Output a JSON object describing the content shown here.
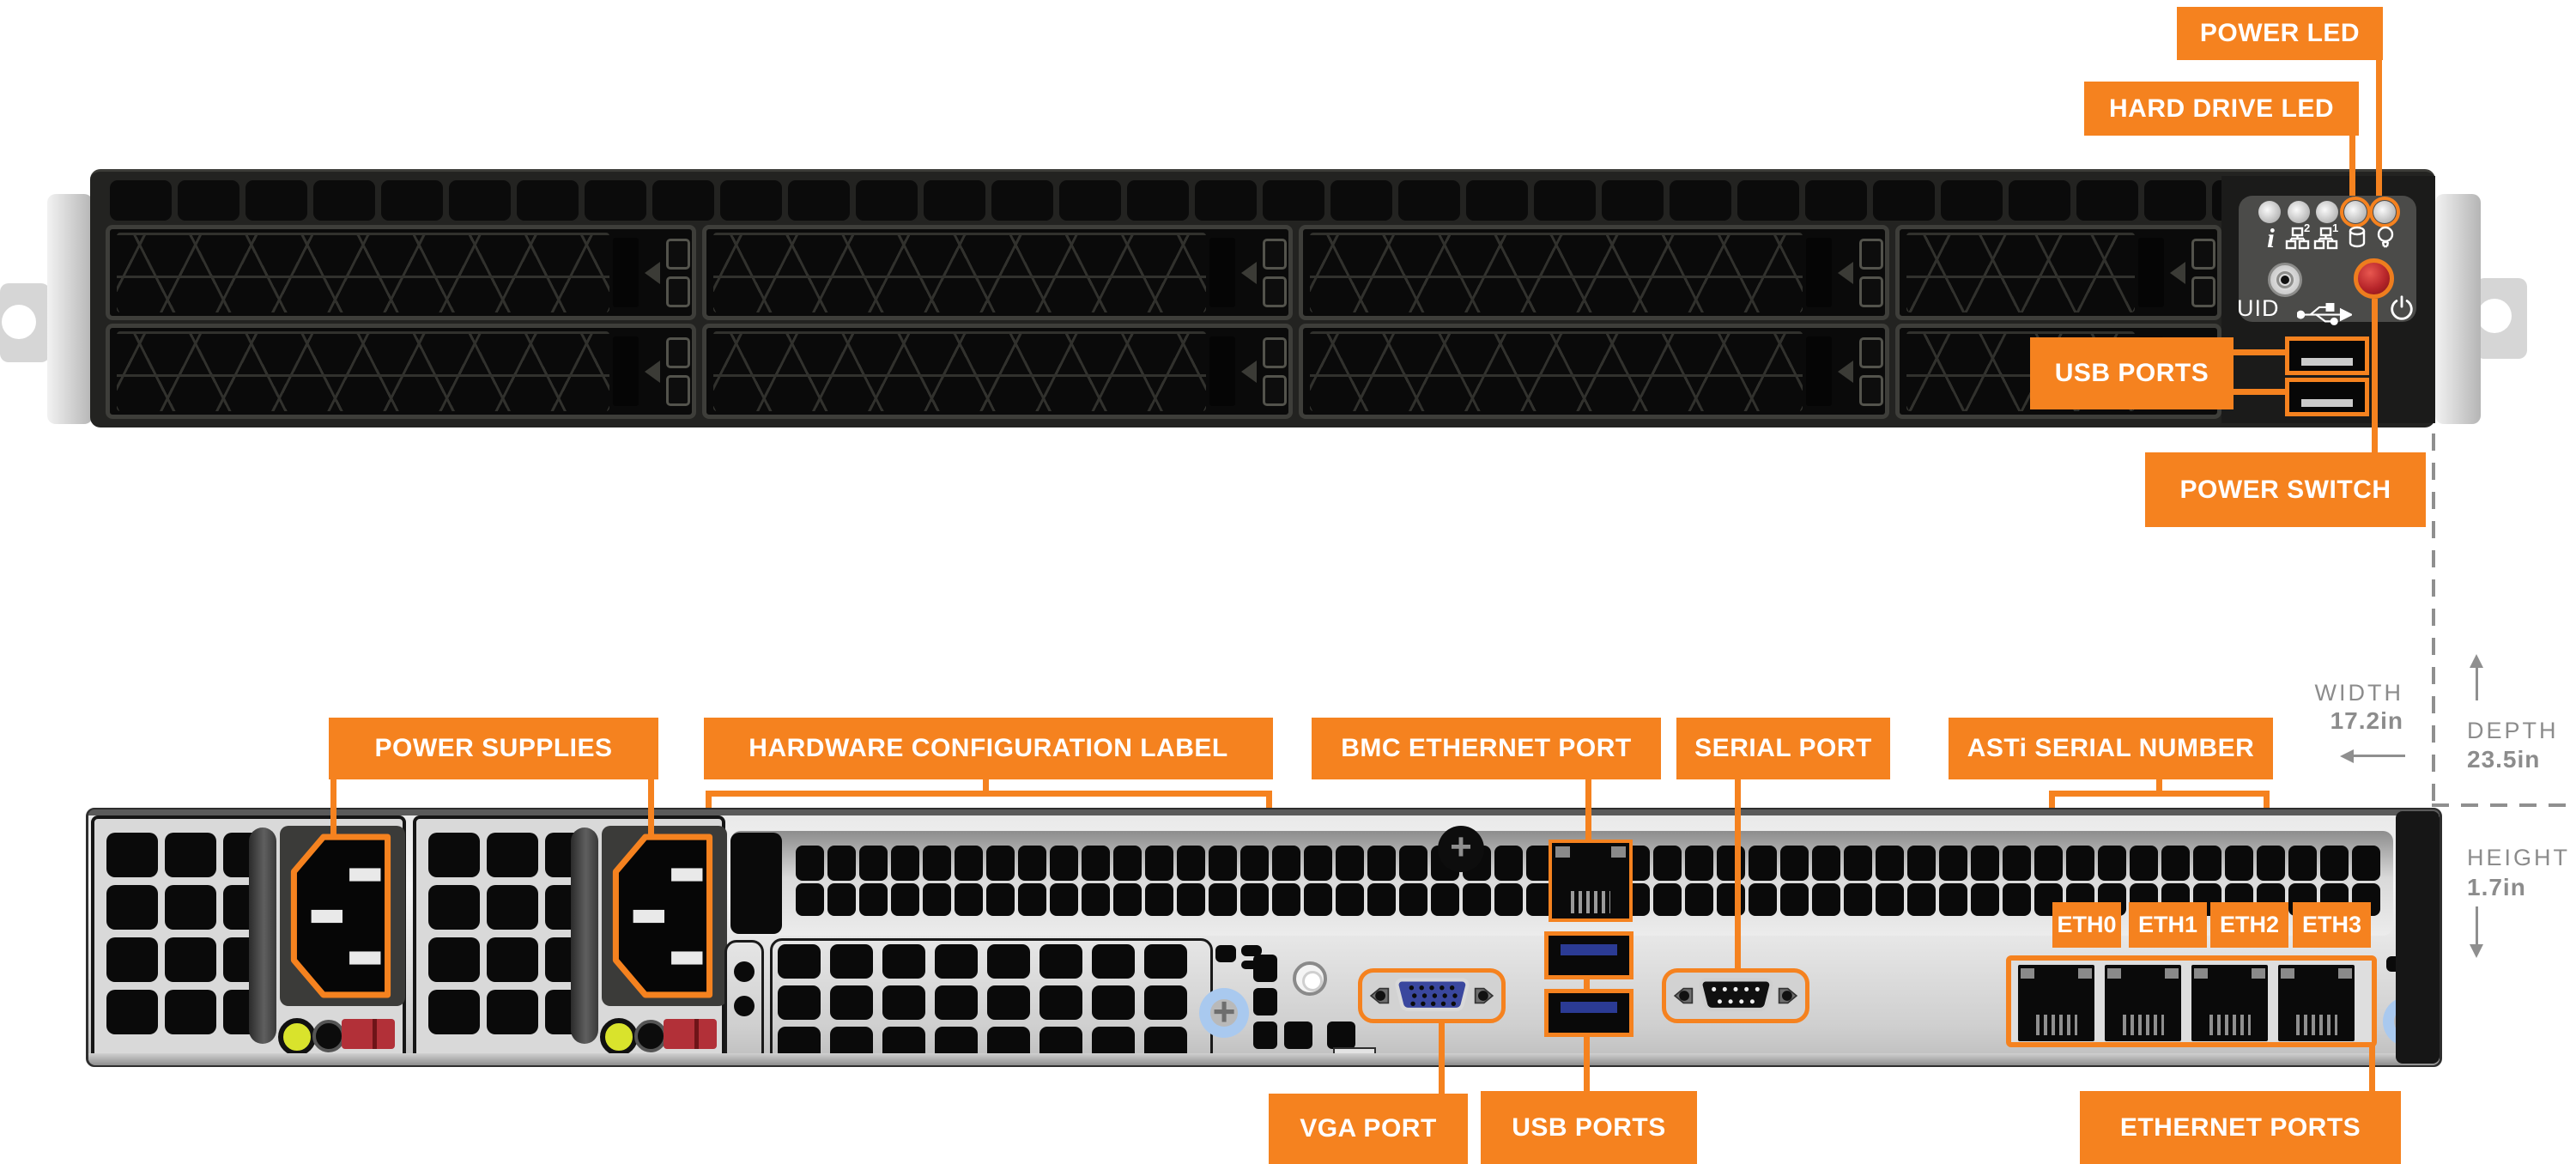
{
  "colors": {
    "accent": "#F5821F",
    "dimension_text": "#8C8C8C"
  },
  "front_view": {
    "power_led_label": "POWER LED",
    "hard_drive_led_label": "HARD DRIVE LED",
    "usb_ports_label": "USB PORTS",
    "power_switch_label": "POWER SWITCH",
    "control_panel": {
      "uid_label": "UID",
      "nic2_superscript": "2",
      "nic1_superscript": "1",
      "info_glyph": "i"
    }
  },
  "rear_view": {
    "power_supplies_label": "POWER SUPPLIES",
    "hardware_configuration_label": "HARDWARE CONFIGURATION LABEL",
    "bmc_ethernet_port_label": "BMC ETHERNET PORT",
    "serial_port_label": "SERIAL PORT",
    "asti_serial_number_label": "ASTi SERIAL NUMBER",
    "eth_port_labels": [
      "ETH0",
      "ETH1",
      "ETH2",
      "ETH3"
    ],
    "vga_port_label": "VGA PORT",
    "usb_ports_label": "USB PORTS",
    "ethernet_ports_label": "ETHERNET PORTS"
  },
  "dimensions": {
    "width": {
      "label": "WIDTH",
      "value": "17.2in"
    },
    "depth": {
      "label": "DEPTH",
      "value": "23.5in"
    },
    "height": {
      "label": "HEIGHT",
      "value": "1.7in"
    }
  }
}
